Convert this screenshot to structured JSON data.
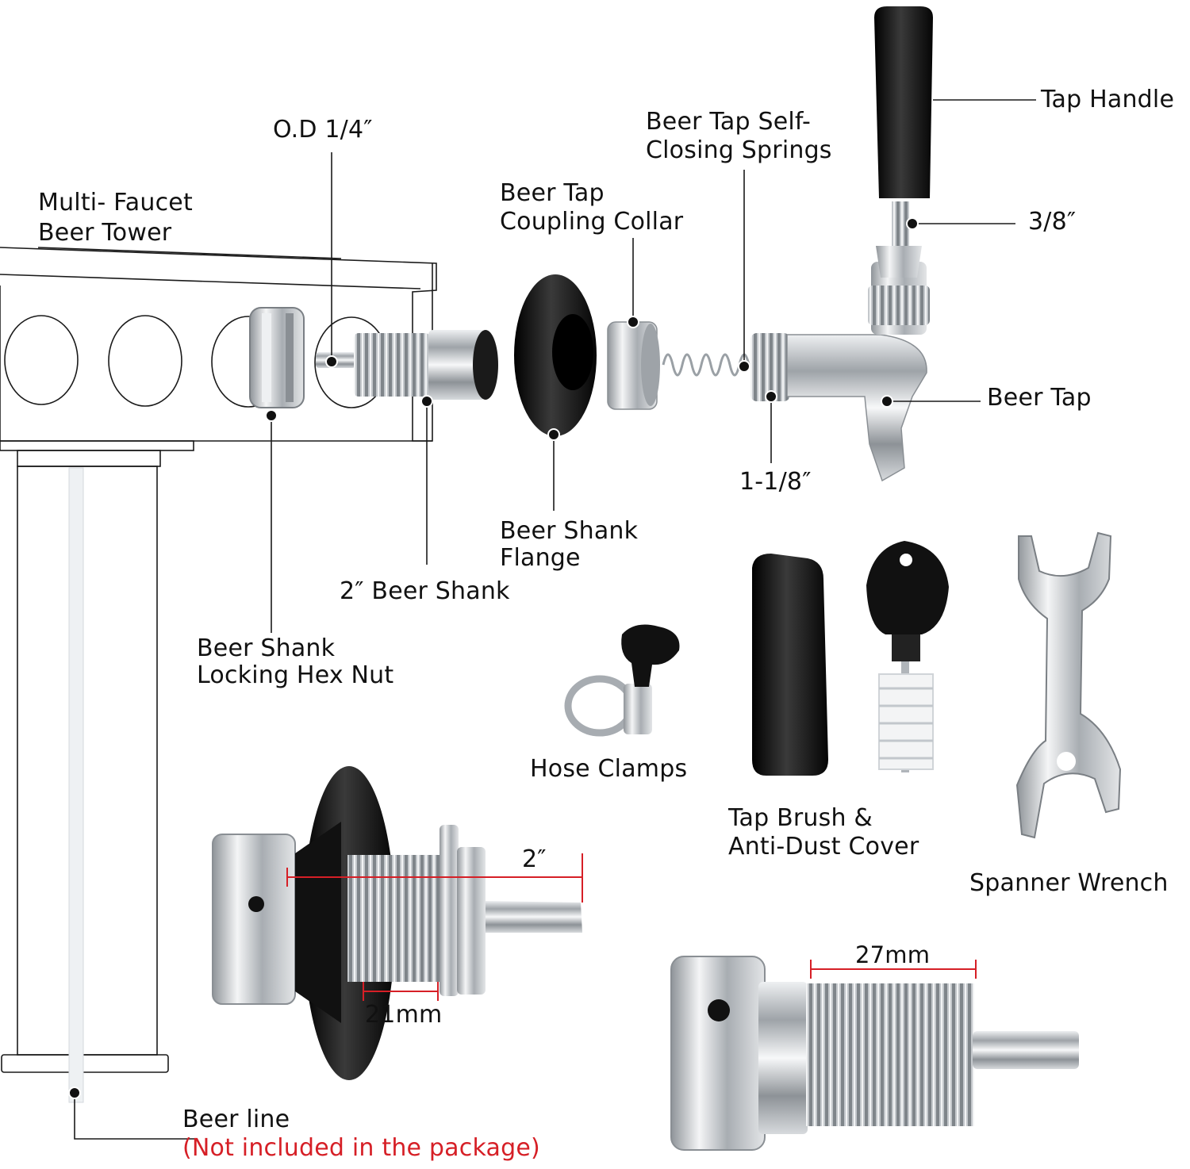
{
  "labels": {
    "tap_handle": "Tap Handle",
    "self_closing_1": "Beer Tap Self-",
    "self_closing_2": "Closing Springs",
    "od": "O.D 1/4″",
    "multi_faucet_1": "Multi- Faucet",
    "multi_faucet_2": "Beer Tower",
    "coupling_1": "Beer Tap",
    "coupling_2": "Coupling Collar",
    "thread_38": "3/8″",
    "beer_tap": "Beer Tap",
    "size_1_1_8": "1-1/8″",
    "flange_1": "Beer Shank",
    "flange_2": "Flange",
    "shank_2in": "2″ Beer Shank",
    "hex_nut_1": "Beer Shank",
    "hex_nut_2": "Locking Hex Nut",
    "hose_clamps": "Hose Clamps",
    "brush_1": "Tap Brush &",
    "brush_2": "Anti-Dust Cover",
    "wrench": "Spanner Wrench",
    "dim_2in": "2″",
    "dim_21mm": "21mm",
    "dim_27mm": "27mm",
    "beer_line": "Beer line",
    "not_included": "(Not included in the package)"
  },
  "colors": {
    "accent_red": "#d61f26",
    "steel": "#c9ccd0",
    "black_part": "#111111"
  }
}
